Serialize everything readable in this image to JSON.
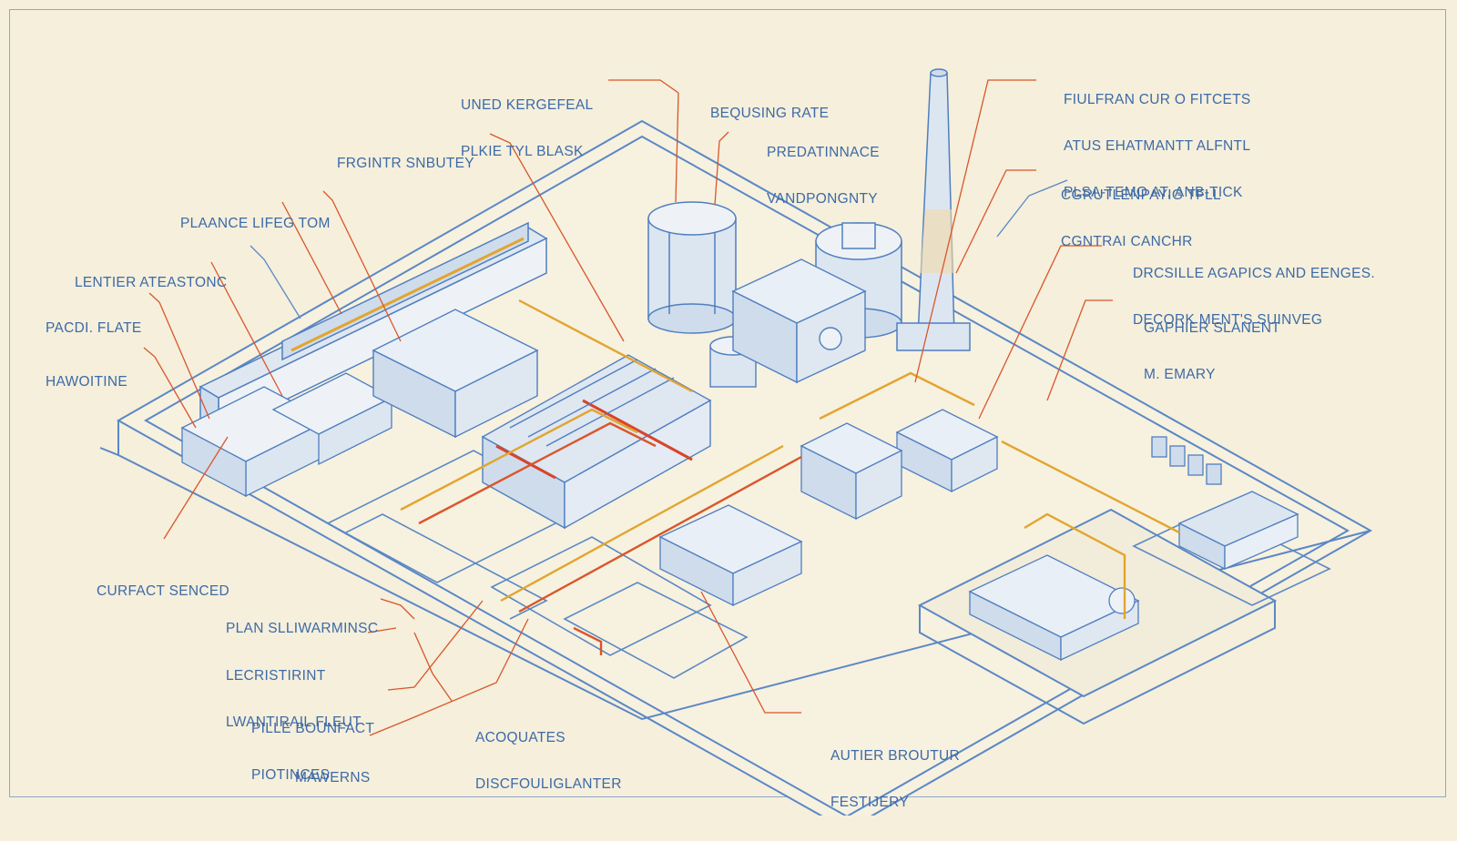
{
  "colors": {
    "background": "#f5efdc",
    "line_blue": "#4f7fbf",
    "fill_blue": "#cfdcec",
    "leader_orange": "#d9562a",
    "pipe_yellow": "#e2a52e",
    "pipe_red": "#d9452a"
  },
  "labels": {
    "uned": {
      "line1": "UNED KERGEFEAL",
      "line2": "PLKIE TYL BLASK"
    },
    "bequsing": {
      "line1": "BEQUSING RATE"
    },
    "fiulfran": {
      "line1": "FIULFRAN CUR O FITCETS",
      "line2": "ATUS EHATMANTT ALFNTL",
      "line3": "PLSA-TEMO AT, ANB-TICK"
    },
    "frgintr": {
      "line1": "FRGINTR SNBUTEY"
    },
    "predatinnace": {
      "line1": "PREDATINNACE",
      "line2": "VANDPONGNTY"
    },
    "cgrutlenpaig": {
      "line1": "CGRUTLENPAYIG TFLL",
      "line2": "CGNTRAI CANCHR"
    },
    "plaance": {
      "line1": "PLAANCE LIFEG TOM"
    },
    "lentier": {
      "line1": "LENTIER ATEASTONC"
    },
    "drcsille": {
      "line1": "DRCSILLE AGAPICS AND EENGES.",
      "line2": "DECORK MENT'S SUINVEG"
    },
    "pacdi": {
      "line1": "PACDI. FLATE"
    },
    "gaphier": {
      "line1": "GAPHIER SLANENT",
      "line2": "M. EMARY"
    },
    "hawoitine": {
      "line1": "HAWOITINE"
    },
    "curfact": {
      "line1": "CURFACT SENCED"
    },
    "plan": {
      "line1": "PLAN SLLIWARMINSC"
    },
    "lecristirint": {
      "line1": "LECRISTIRINT",
      "line2": "LWANTIRAIL FLEUT"
    },
    "pille": {
      "line1": "PILLE BOUNFACT",
      "line2": "PIOTINCES"
    },
    "acoquates": {
      "line1": "ACOQUATES",
      "line2": "DISCFOULIGLANTER"
    },
    "autier": {
      "line1": "AUTIER BROUTUR",
      "line2": "FESTIJERY"
    },
    "mawerns": {
      "line1": "MAWERNS"
    }
  }
}
